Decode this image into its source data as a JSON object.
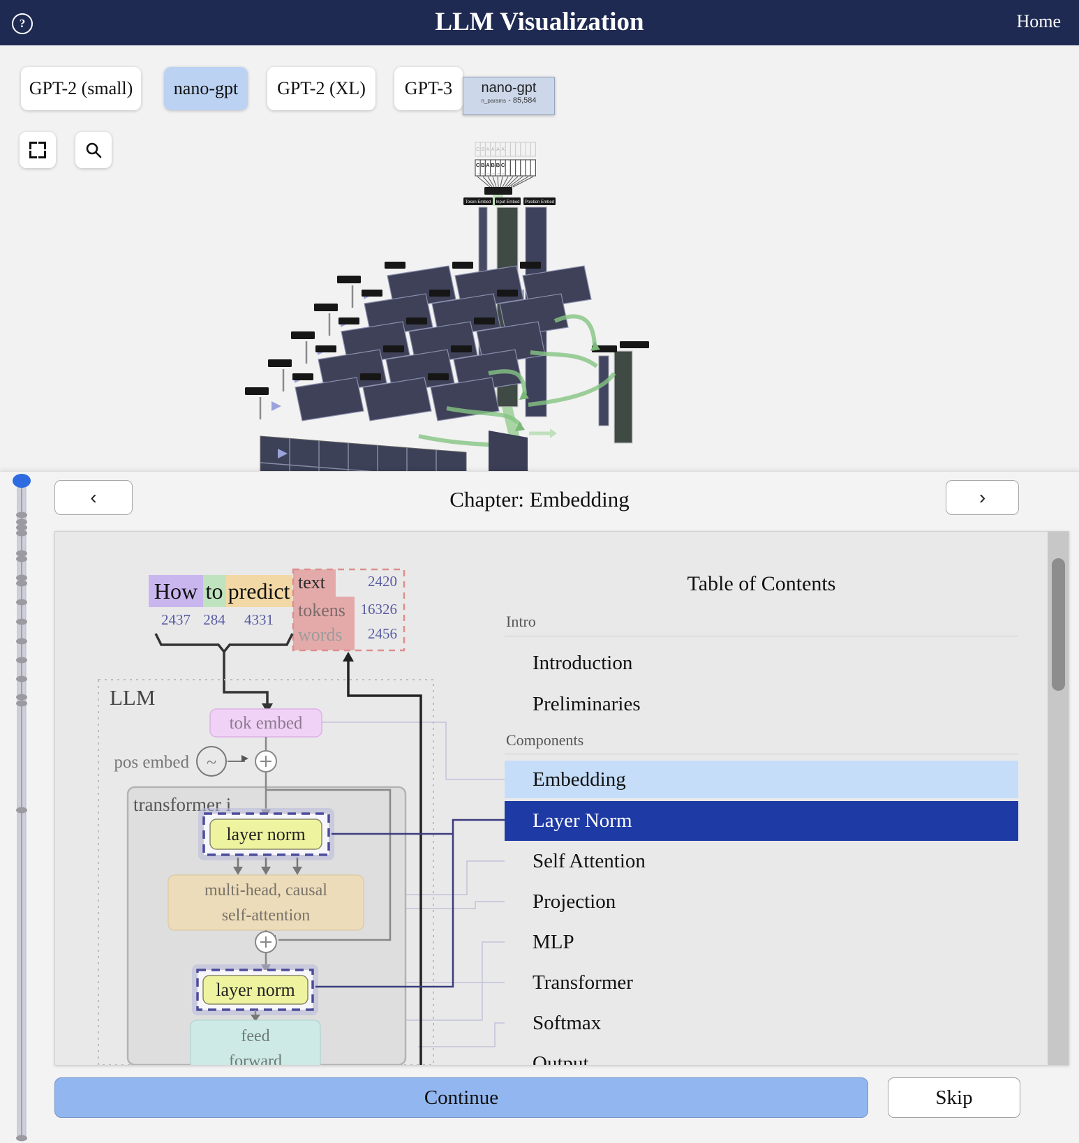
{
  "navbar": {
    "title": "LLM Visualization",
    "home_label": "Home",
    "help_glyph": "?"
  },
  "models": {
    "buttons": [
      {
        "label": "GPT-2 (small)",
        "selected": false
      },
      {
        "label": "nano-gpt",
        "selected": true
      },
      {
        "label": "GPT-2 (XL)",
        "selected": false
      },
      {
        "label": "GPT-3",
        "selected": false
      }
    ],
    "tooltip": {
      "name": "nano-gpt",
      "params_key": "n_params",
      "params_value": "- 85,584"
    }
  },
  "scene3d": {
    "tokens_faded": [
      "C",
      "B",
      "A",
      "A",
      "A",
      "A"
    ],
    "tokens": [
      "C",
      "B",
      "A",
      "B",
      "B",
      "C"
    ],
    "col_labels": [
      "Token Embed",
      "Input Embed",
      "Position Embed"
    ]
  },
  "chapter": {
    "title": "Chapter: Embedding",
    "prev_glyph": "‹",
    "next_glyph": "›"
  },
  "diagram": {
    "tokens": [
      {
        "word": "How",
        "id": "2437"
      },
      {
        "word": "to",
        "id": "284"
      },
      {
        "word": "predict",
        "id": "4331"
      }
    ],
    "vocab_rows": [
      {
        "label": "text",
        "value": "2420"
      },
      {
        "label": "tokens",
        "value": "16326"
      },
      {
        "label": "words",
        "value": "2456"
      }
    ],
    "llm_label": "LLM",
    "tok_embed": "tok embed",
    "pos_embed": "pos embed",
    "tilde": "~",
    "transformer_label": "transformer i",
    "layer_norm_1": "layer norm",
    "attention_line1": "multi-head, causal",
    "attention_line2": "self-attention",
    "layer_norm_2": "layer norm",
    "ff_line1": "feed",
    "ff_line2": "forward"
  },
  "toc": {
    "title": "Table of Contents",
    "intro_header": "Intro",
    "components_header": "Components",
    "intro_items": [
      "Introduction",
      "Preliminaries"
    ],
    "component_items": [
      "Embedding",
      "Layer Norm",
      "Self Attention",
      "Projection",
      "MLP",
      "Transformer",
      "Softmax",
      "Output"
    ],
    "active_item": "Embedding",
    "selected_item": "Layer Norm"
  },
  "footer": {
    "continue_label": "Continue",
    "skip_label": "Skip"
  },
  "colors": {
    "navbar_bg": "#1f2a52",
    "model_selected_bg": "#bcd2f2",
    "toc_active_bg": "#c5ddf8",
    "toc_selected_bg": "#1e3aa4",
    "continue_bg": "#92b7f0",
    "timeline_active_dot": "#2e6be0",
    "token_how_bg": "#c9b6ee",
    "token_to_bg": "#bfe3bf",
    "token_predict_bg": "#f2d8a4"
  }
}
